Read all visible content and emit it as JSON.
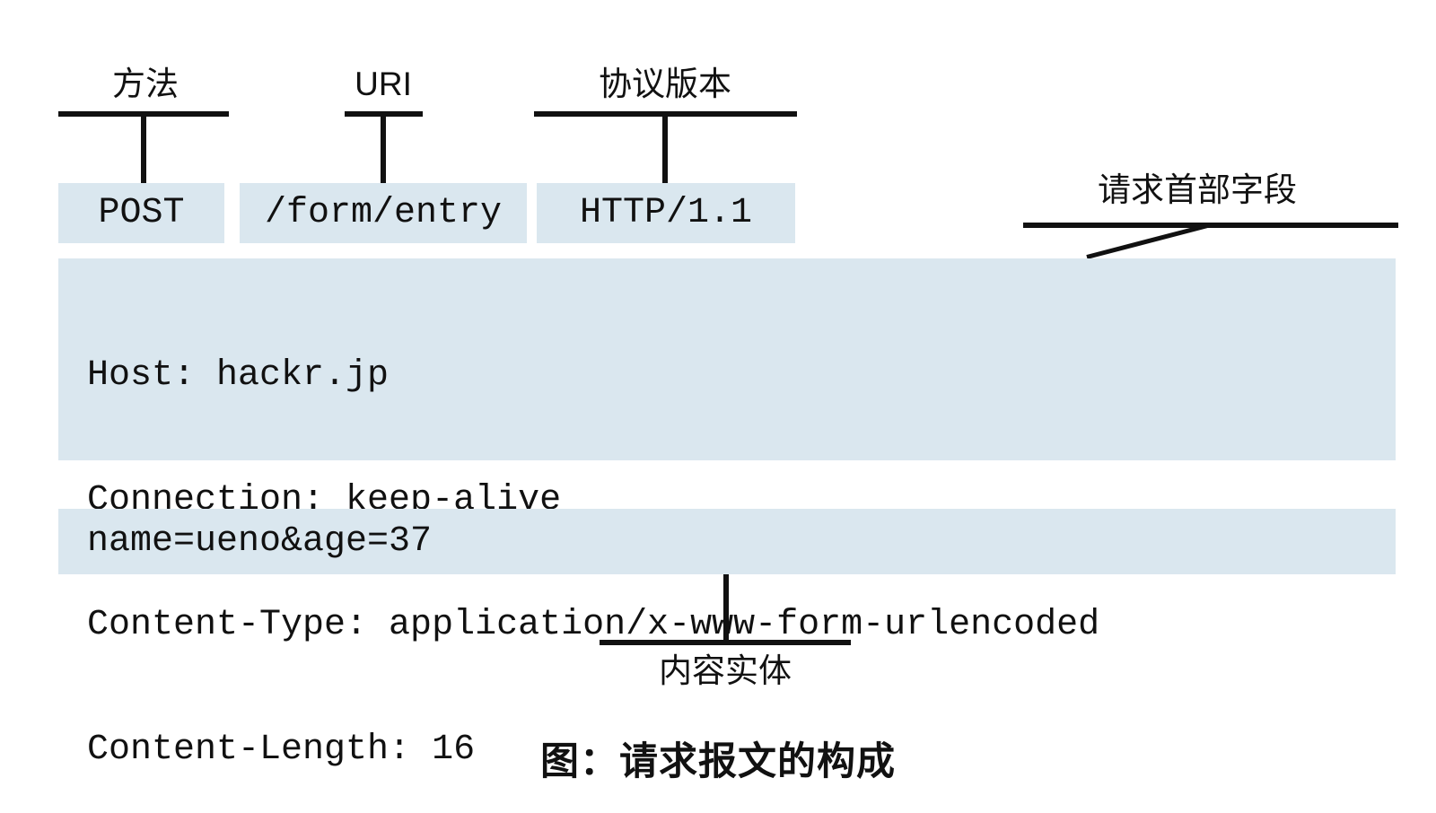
{
  "colors": {
    "box_bg": "#dae7ef",
    "line": "#111111",
    "text": "#111111"
  },
  "request_line": {
    "parts": [
      {
        "label": "方法",
        "value": "POST"
      },
      {
        "label": "URI",
        "value": "/form/entry"
      },
      {
        "label": "协议版本",
        "value": "HTTP/1.1"
      }
    ]
  },
  "headers": {
    "label": "请求首部字段",
    "lines": [
      "Host: hackr.jp",
      "Connection: keep-alive",
      "Content-Type: application/x-www-form-urlencoded",
      "Content-Length: 16"
    ]
  },
  "body": {
    "label": "内容实体",
    "content": "name=ueno&age=37"
  },
  "figure": {
    "caption": "图：请求报文的构成"
  }
}
